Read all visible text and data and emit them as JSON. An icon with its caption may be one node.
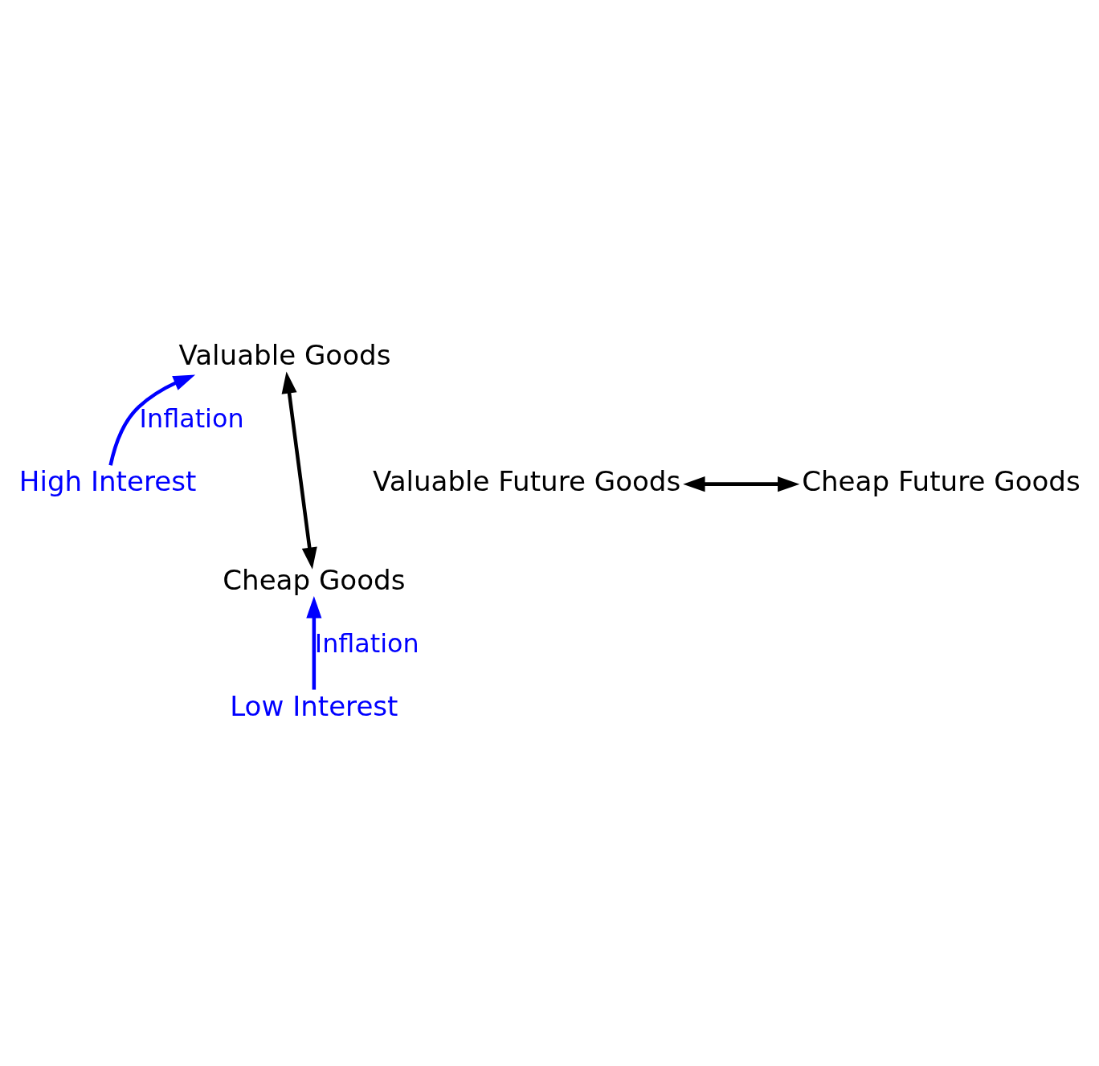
{
  "diagram": {
    "nodes": [
      {
        "text": [
          "Valuable Goods"
        ]
      },
      {
        "text": [
          "High Interest"
        ]
      },
      {
        "text": [
          "Valuable Future Goods"
        ]
      },
      {
        "text": [
          "Cheap Future Goods"
        ]
      },
      {
        "text": [
          "Low Interest"
        ]
      },
      {
        "text": [
          "Cheap Goods"
        ]
      }
    ],
    "edges": [
      {
        "from": 5,
        "to": 0,
        "arrow": "both"
      },
      {
        "from": 2,
        "to": 3,
        "arrow": "both"
      },
      {
        "from": 1,
        "to": 0,
        "arrow": "to",
        "label": "Inflation",
        "color": "#0000ff"
      },
      {
        "from": 4,
        "to": 5,
        "arrow": "to",
        "label": "Inflation",
        "color": "#0000ff"
      }
    ]
  }
}
